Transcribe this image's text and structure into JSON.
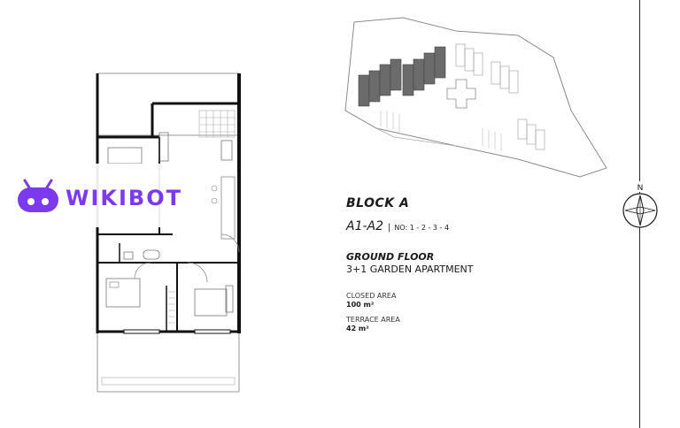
{
  "logo": {
    "text": "WIKIBOT",
    "color": "#7c3aed"
  },
  "block": {
    "title": "BLOCK A"
  },
  "unit": {
    "code": "A1-A2",
    "separator": "|",
    "numbers": "NO: 1 - 2 - 3 - 4"
  },
  "floor": {
    "name": "GROUND FLOOR",
    "type": "3+1 GARDEN APARTMENT"
  },
  "areas": {
    "closed_label": "CLOSED AREA",
    "closed_value": "100 m²",
    "terrace_label": "TERRACE AREA",
    "terrace_value": "42 m²"
  },
  "compass": {
    "north_label": "N",
    "icon": "compass-icon"
  },
  "colors": {
    "wall": "#111111",
    "site_highlight": "#6b6b6b",
    "line": "#8a8a8a"
  }
}
